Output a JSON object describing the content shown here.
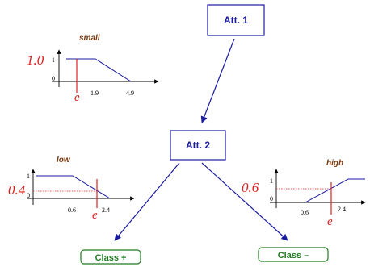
{
  "nodes": {
    "att1": "Att. 1",
    "att2": "Att. 2",
    "class_plus": "Class +",
    "class_minus": "Class –"
  },
  "plots": {
    "small": {
      "label": "small",
      "value": "1.0",
      "e": "e",
      "y1": "1",
      "y0": "0",
      "x_a": "1.9",
      "x_b": "4.9"
    },
    "low": {
      "label": "low",
      "value": "0.4",
      "e": "e",
      "y1": "1",
      "y0": "0",
      "x_a": "0.6",
      "x_b": "2.4"
    },
    "high": {
      "label": "high",
      "value": "0.6",
      "e": "e",
      "y1": "1",
      "y0": "0",
      "x_a": "0.6",
      "x_b": "2.4"
    }
  },
  "colors": {
    "edge": "#1a1aa0",
    "att_border": "#1a1aa0",
    "class_border": "#1f7a1f",
    "membership_line": "#1a1aa0",
    "highlight": "#e02020",
    "label": "#7a3a10"
  }
}
